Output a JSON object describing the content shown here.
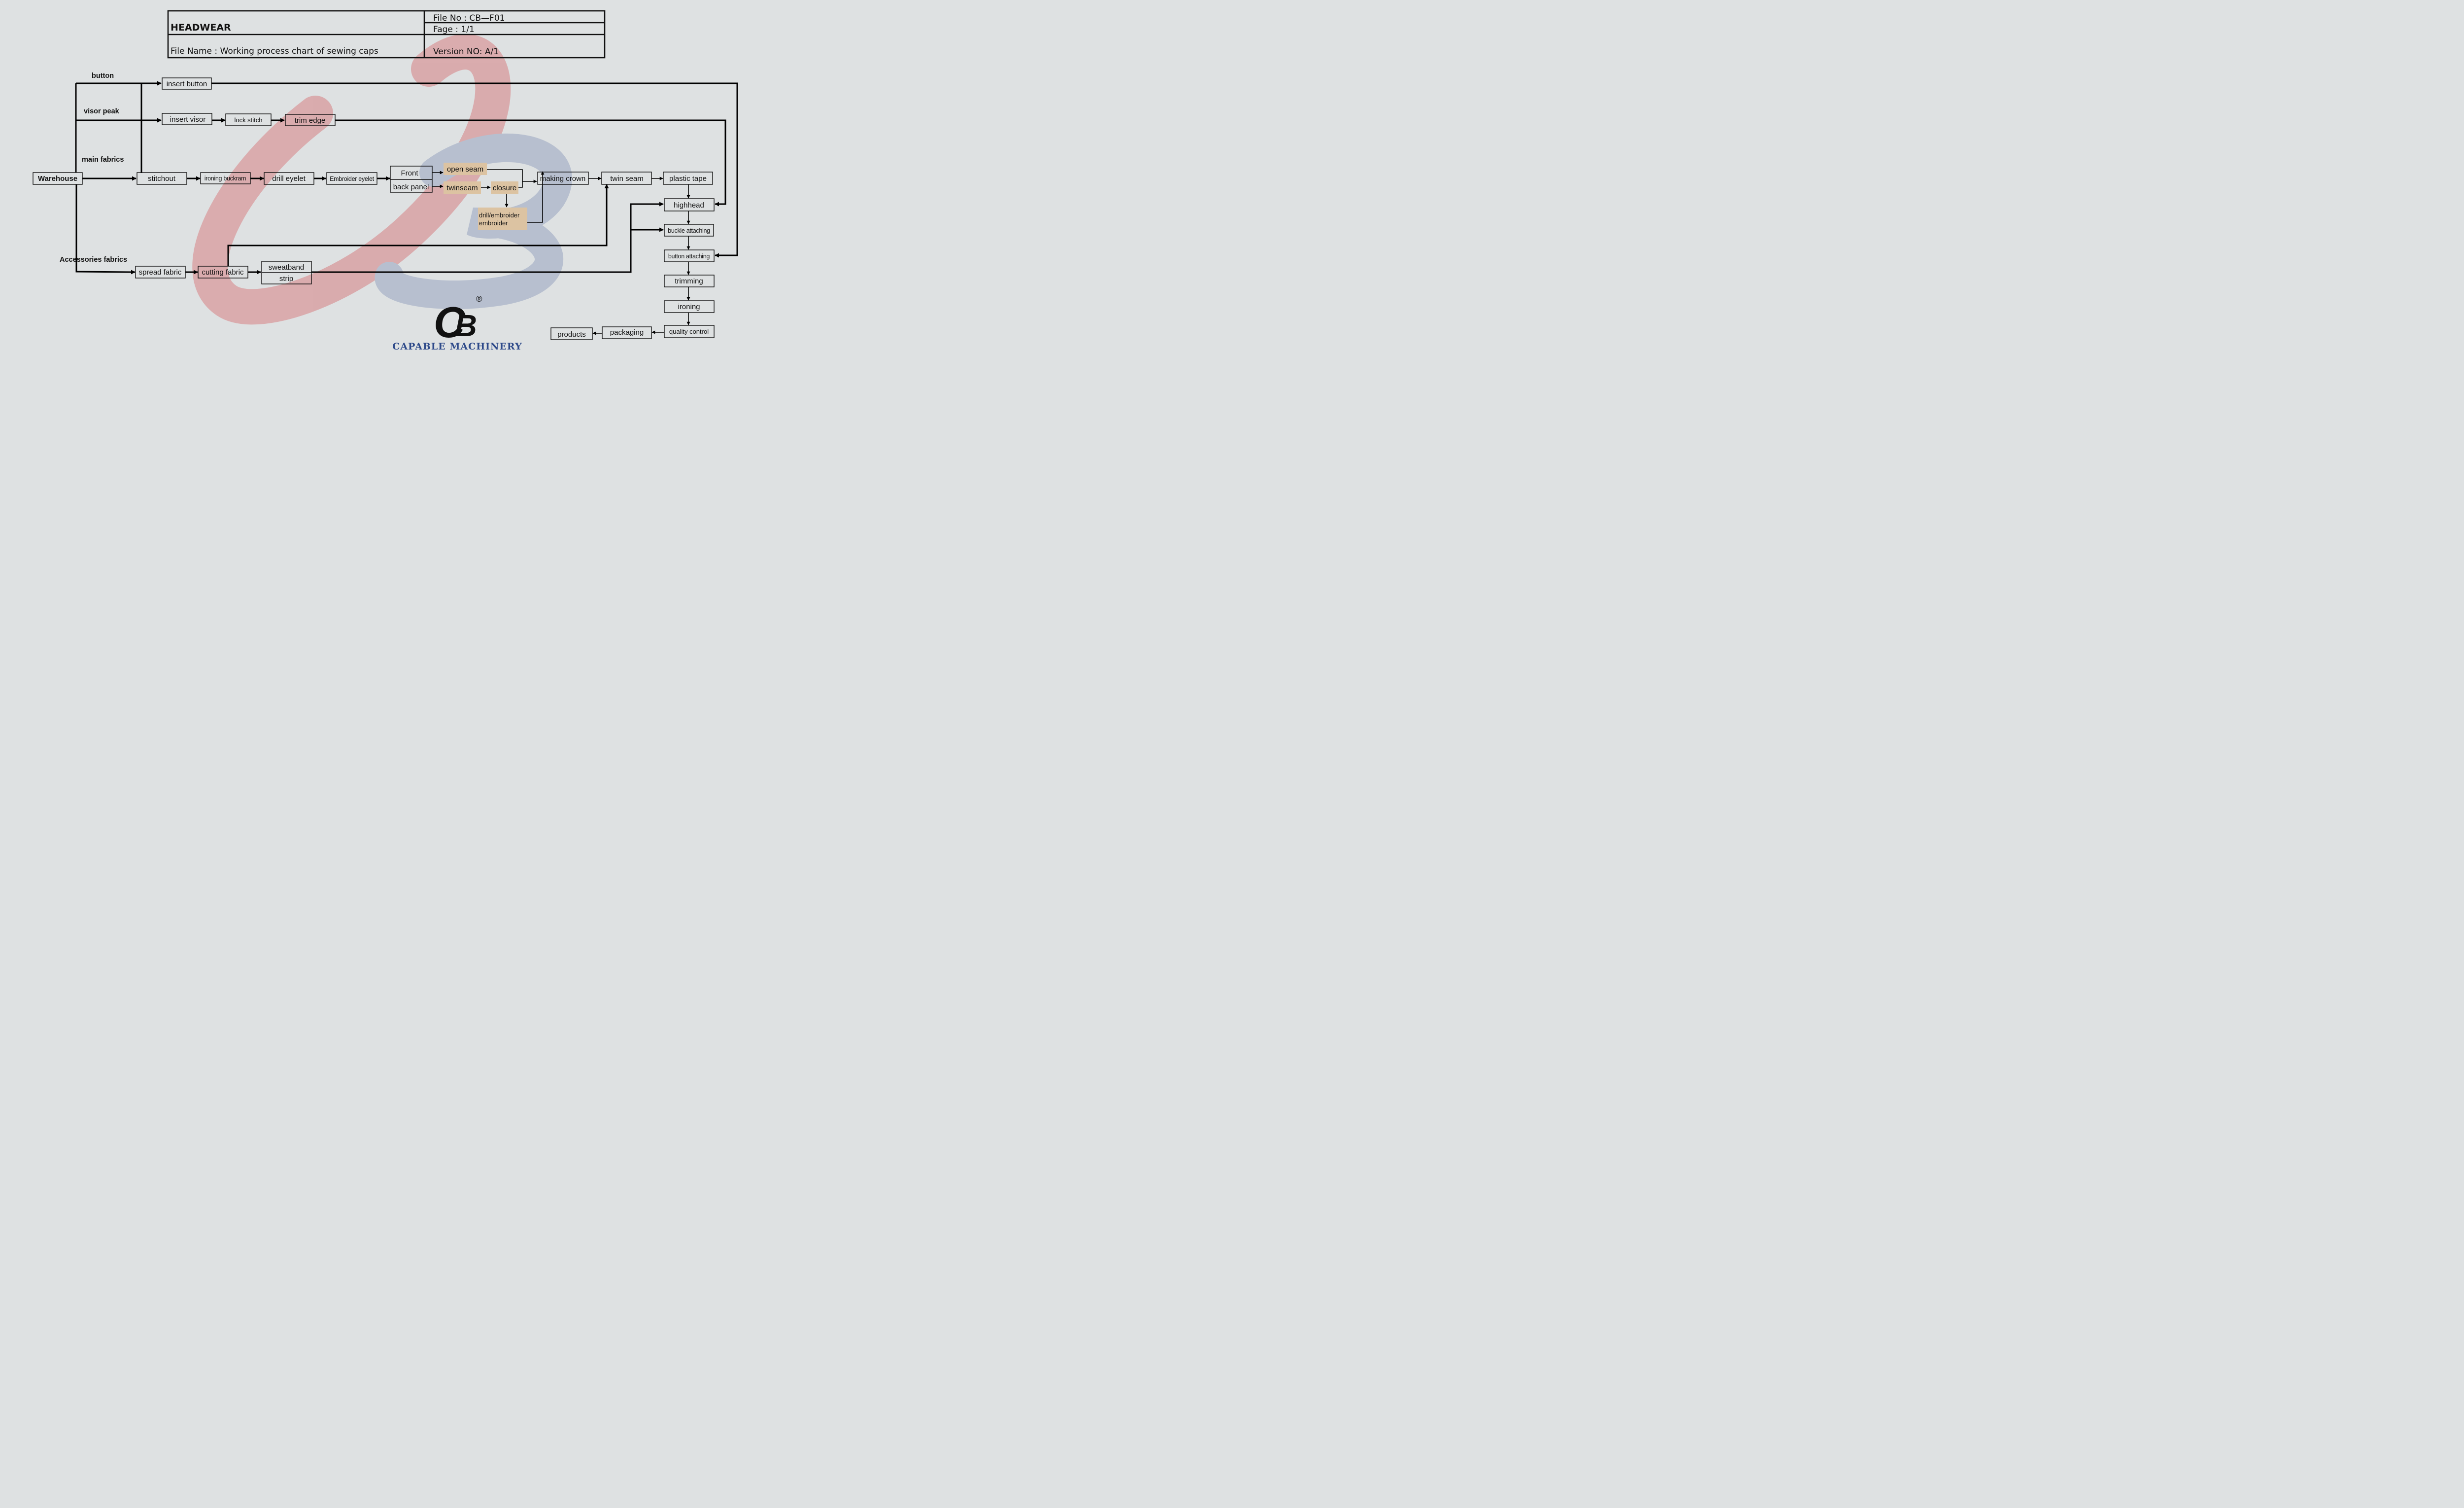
{
  "header": {
    "company": "HEADWEAR",
    "file_name": "File Name : Working process chart of sewing caps",
    "file_no": "File No : CB—F01",
    "page": "Fage : 1/1",
    "version": "Version NO: A/1"
  },
  "branches": {
    "button": "button",
    "visor_peak": "visor peak",
    "main_fabrics": "main fabrics",
    "accessories_fabrics": "Accessories fabrics"
  },
  "steps": {
    "warehouse": "Warehouse",
    "insert_button": "insert button",
    "insert_visor": "insert visor",
    "lock_stitch": "lock stitch",
    "trim_edge": "trim edge",
    "stitchout": "stitchout",
    "ironing_buckram": "ironing buckram",
    "drill_eyelet": "drill eyelet",
    "embroider_eyelet": "Embroider eyelet",
    "front": "Front",
    "back_panel": "back panel",
    "open_seam": "open seam",
    "twinseam": "twinseam",
    "closure": "closure",
    "drill_embroider_1": "drill/embroider",
    "drill_embroider_2": "embroider",
    "making_crown": "making crown",
    "twin_seam": "twin seam",
    "plastic_tape": "plastic tape",
    "highhead": "highhead",
    "buckle_attaching": "buckle attaching",
    "button_attaching": "button attaching",
    "trimming": "trimming",
    "ironing": "ironing",
    "quality_control": "quality control",
    "packaging": "packaging",
    "products": "products",
    "spread_fabric": "spread fabric",
    "cutting_fabric": "cutting fabric",
    "sweatband": "sweatband",
    "strip": "strip"
  },
  "logo": {
    "registered_mark": "®",
    "brand": "CAPABLE MACHINERY",
    "monogram_c": "C",
    "monogram_b": "B"
  },
  "colors": {
    "background": "#dee1e2",
    "line": "#000000",
    "highlight_box": "#dcc3a2",
    "watermark_red": "#d9a6a8",
    "watermark_blue": "#b3bccd",
    "logo_red": "#c8202a",
    "logo_blue": "#2e4a8a"
  }
}
